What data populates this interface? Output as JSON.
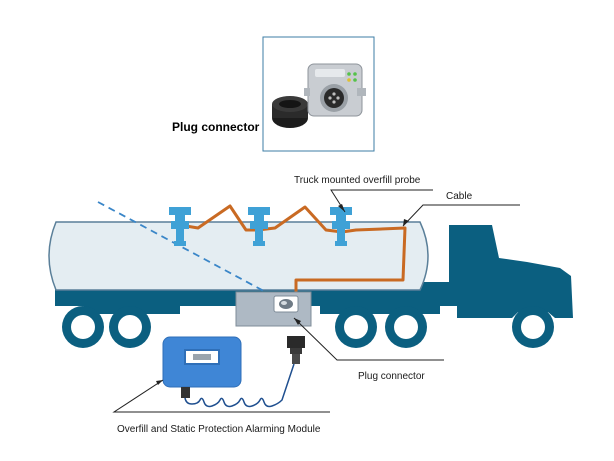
{
  "labels": {
    "photo_caption": "Plug connector",
    "overfill_probe": "Truck mounted overfill probe",
    "cable": "Cable",
    "plug_connector": "Plug connector",
    "alarm_module": "Overfill and Static Protection Alarming Module"
  },
  "colors": {
    "truck_blue": "#0b5f80",
    "tank_fill": "#e4edf2",
    "tank_outline": "#5a7f99",
    "probe_blue": "#3fa1d6",
    "cable_orange": "#c96a23",
    "connector_box": "#aeb9c4",
    "module_blue": "#3f86d6",
    "leader_line": "#222222",
    "dashed_line": "#3a86c8"
  },
  "icons": {
    "probe": "probe-icon",
    "plug_photo": "plug-connector-photo",
    "socket": "socket-icon",
    "module_screen": "display-icon"
  }
}
